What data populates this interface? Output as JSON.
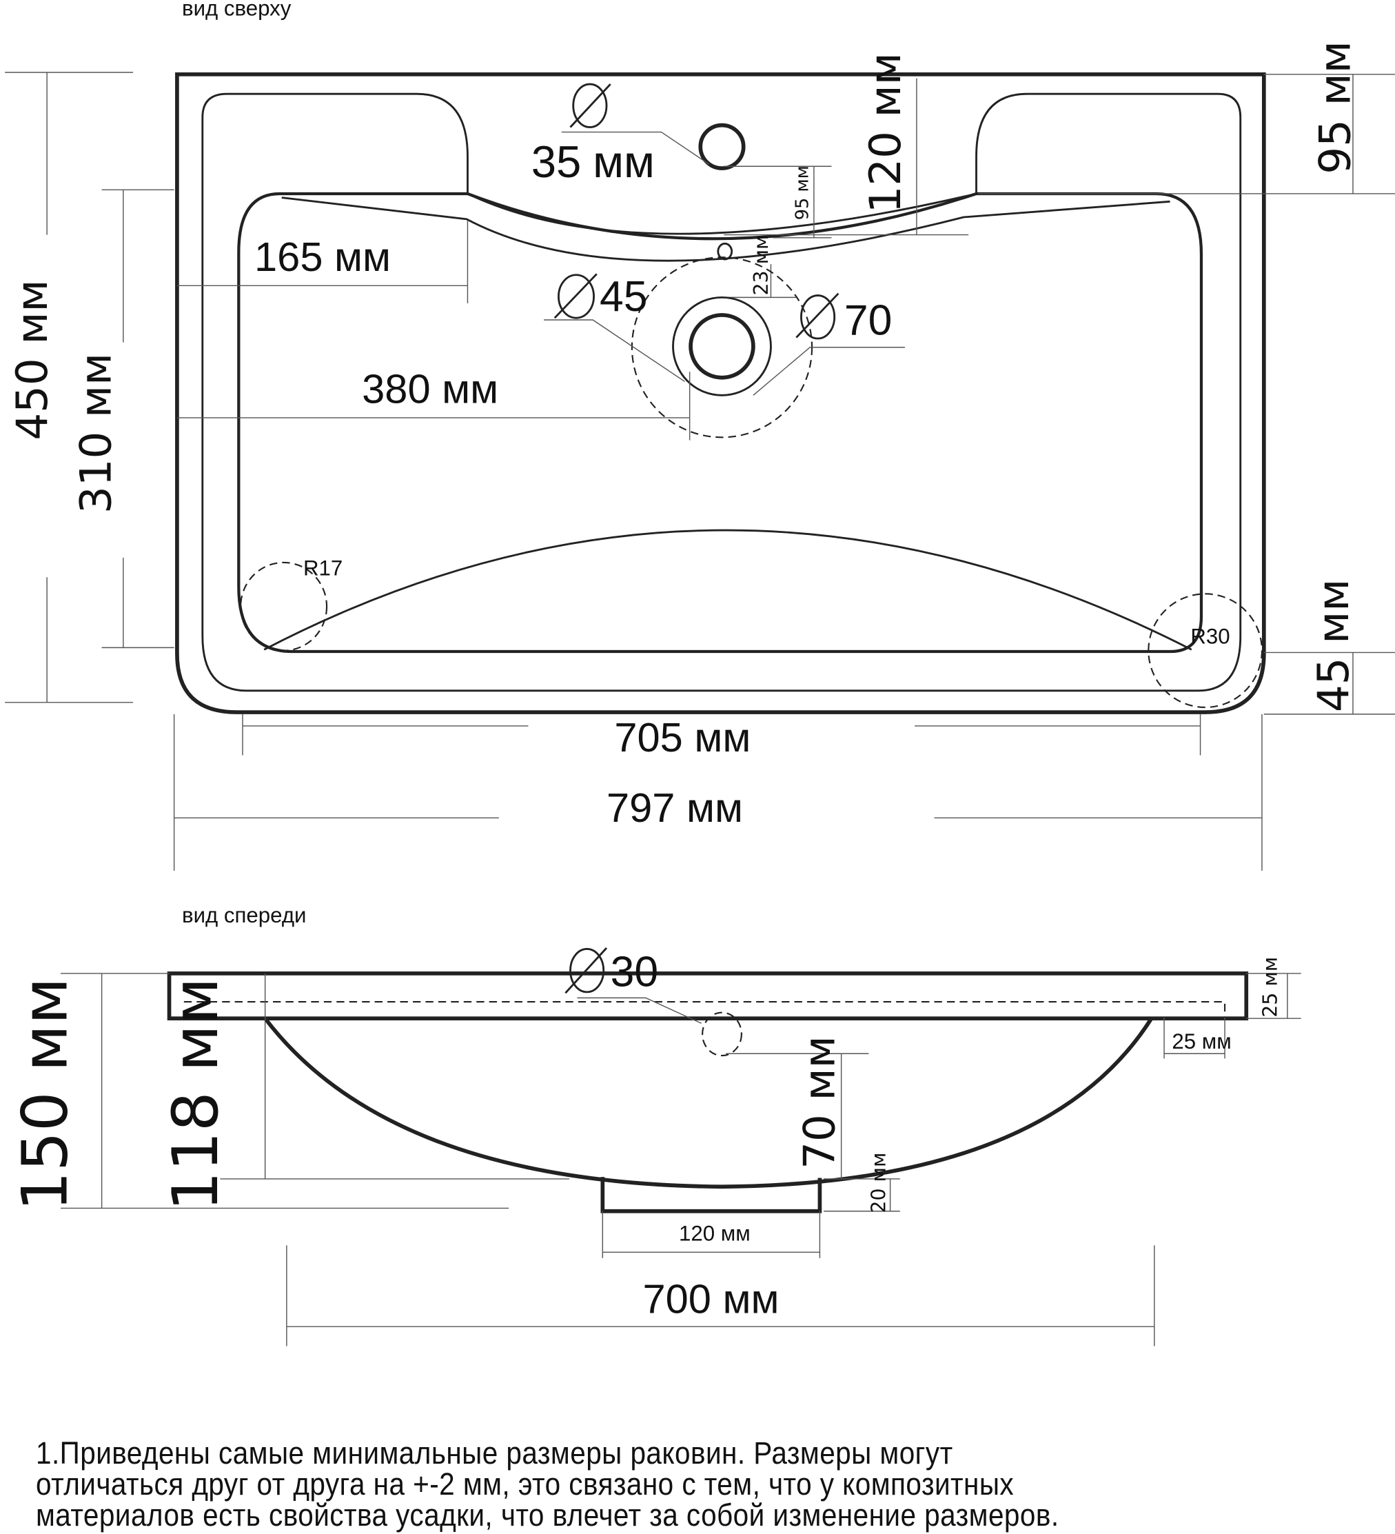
{
  "top_view": {
    "title": "вид сверху",
    "labels": {
      "tap_hole_diameter": "35",
      "tap_hole_unit": "мм",
      "dim_120": "120 мм",
      "dim_95_right": "95 мм",
      "dim_95_small": "95 мм",
      "dim_23": "23 мм",
      "dim_165": "165 мм",
      "drain_45": "45",
      "drain_70": "70",
      "dim_380": "380 мм",
      "dim_450": "450 мм",
      "dim_310": "310 мм",
      "radius_17": "R17",
      "radius_30": "R30",
      "dim_45": "45 мм",
      "dim_705": "705 мм",
      "dim_797": "797 мм"
    }
  },
  "front_view": {
    "title": "вид спереди",
    "labels": {
      "overflow_30": "30",
      "dim_150": "150 мм",
      "dim_118": "118 мм",
      "dim_25_vertical": "25 мм",
      "dim_25_horizontal": "25 мм",
      "dim_70": "70 мм",
      "dim_20": "20 мм",
      "dim_120": "120 мм",
      "dim_700": "700 мм"
    }
  },
  "note": {
    "lines": [
      "1.Приведены самые минимальные размеры раковин. Размеры могут",
      "отличаться друг от друга на +-2 мм, это связано с тем, что у композитных",
      "материалов есть свойства усадки, что влечет за собой изменение размеров."
    ]
  }
}
